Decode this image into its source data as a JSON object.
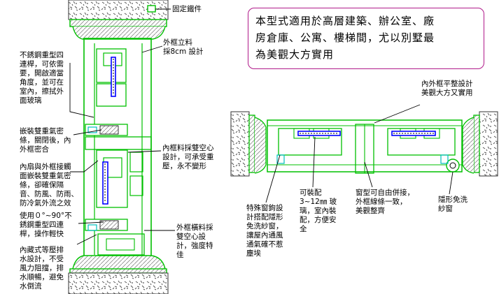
{
  "description": "本型式適用於高層建築、辦公室、廠\n房倉庫、公寓、樓梯間，尤以別墅最\n為美觀大方實用",
  "colors": {
    "frame": "#00c000",
    "hatch": "#7a7a7a",
    "leader": "#000000",
    "pane": "#0000ff",
    "accent_border": "#b01a8a",
    "rubber": "#00bfbf"
  },
  "labels": {
    "fixed_iron": "固定鐵件",
    "outer_upright": "外框立料\n採8cm 設計",
    "steel_link": "不銹鋼重型四\n連桿，可依需\n要，開啟適當\n角度，並可在\n室內，擦拭外\n面玻璃",
    "seal": "嵌裝雙重氣密\n條，關閉後，內\n外框密合",
    "inner_frame": "內框料採雙空心\n設計，可承受重\n壓，永不變形",
    "sash_seal": "內扇與外框接觸\n面嵌裝雙重氣密\n條，卻確保隔\n音、防風、防雨、\n防冷氣外流之效",
    "angle": "使用０°~90°不\n銹鋼重型四連\n桿，操作輕快",
    "outer_transom": "外框橫料採\n雙空心設\n計，強度特\n佳",
    "drainage": "內藏式等壓排\n水設計，不受\n風力阻擋，排\n水順暢，避免\n水倒流",
    "flat_design": "內外框平整設計\n美觀大方又實用",
    "screen_hook": "特殊窗鉤設\n計搭配隱形\n免洗紗窗，\n讓屋內通風\n通氣確不惹\n塵埃",
    "glass": "可裝配\n3~12㎜ 玻\n璃，室內裝\n配，方便安\n全",
    "combine": "窗型可自由併接，\n外框線條一致，\n美觀整齊",
    "hidden_screen": "隱形免洗\n紗窗"
  }
}
